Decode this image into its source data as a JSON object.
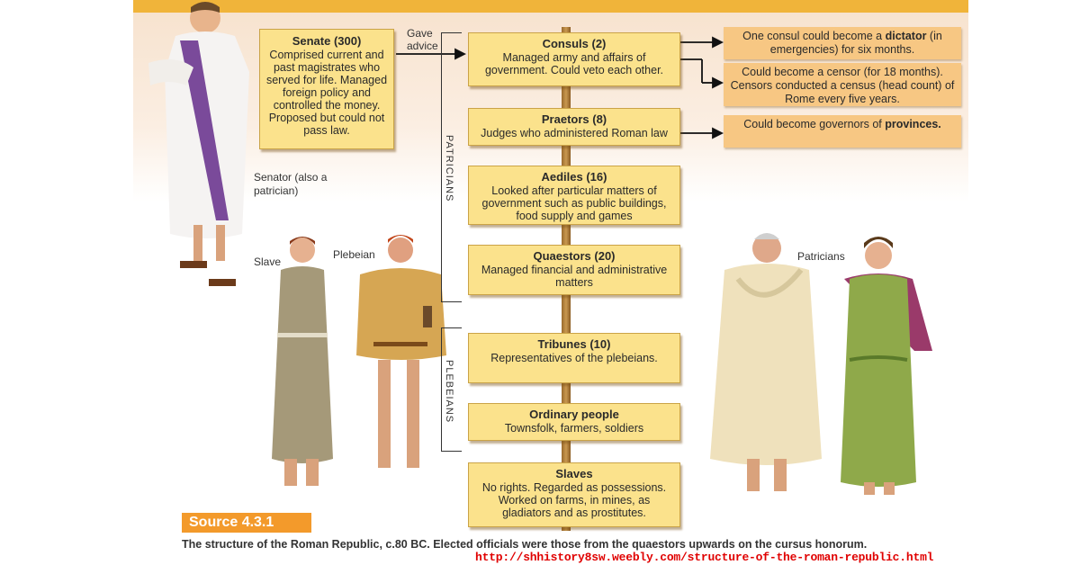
{
  "senate": {
    "title": "Senate (300)",
    "body": "Comprised current and past magistrates who served for life. Managed foreign policy and controlled the money. Proposed but could not pass law."
  },
  "gave_advice": "Gave advice",
  "offices": [
    {
      "title": "Consuls (2)",
      "body": "Managed army and affairs of government. Could veto each other."
    },
    {
      "title": "Praetors (8)",
      "body": "Judges who administered Roman law"
    },
    {
      "title": "Aediles (16)",
      "body": "Looked after particular matters of government such as public buildings, food supply and games"
    },
    {
      "title": "Quaestors (20)",
      "body": "Managed financial and administrative matters"
    },
    {
      "title": "Tribunes (10)",
      "body": "Representatives of the plebeians."
    },
    {
      "title": "Ordinary people",
      "body": "Townsfolk, farmers, soldiers"
    },
    {
      "title": "Slaves",
      "body": "No rights. Regarded as possessions. Worked on farms, in mines, as gladiators and as prostitutes."
    }
  ],
  "notes": {
    "consul_dictator_pre": "One consul could become a ",
    "consul_dictator_bold": "dictator",
    "consul_dictator_post": " (in emergencies) for six months.",
    "censor": "Could become a censor (for 18 months). Censors conducted a census (head count) of Rome every five years.",
    "governor_pre": "Could become governors of ",
    "governor_bold": "provinces."
  },
  "groups": {
    "patricians": "PATRICIANS",
    "plebeians": "PLEBEIANS"
  },
  "figure_labels": {
    "senator": "Senator (also a patrician)",
    "slave": "Slave",
    "plebeian": "Plebeian",
    "patricians": "Patricians"
  },
  "source": "Source 4.3.1",
  "caption": "The structure of the Roman Republic, c.80 BC. Elected officials were those from the quaestors upwards on the cursus honorum.",
  "url": "http://shhistory8sw.weebly.com/structure-of-the-roman-republic.html",
  "colors": {
    "plank": "#fbe28c",
    "note": "#f7c783",
    "source_box": "#f39a2b",
    "url": "#e00000",
    "top_bar": "#f0b43a"
  }
}
